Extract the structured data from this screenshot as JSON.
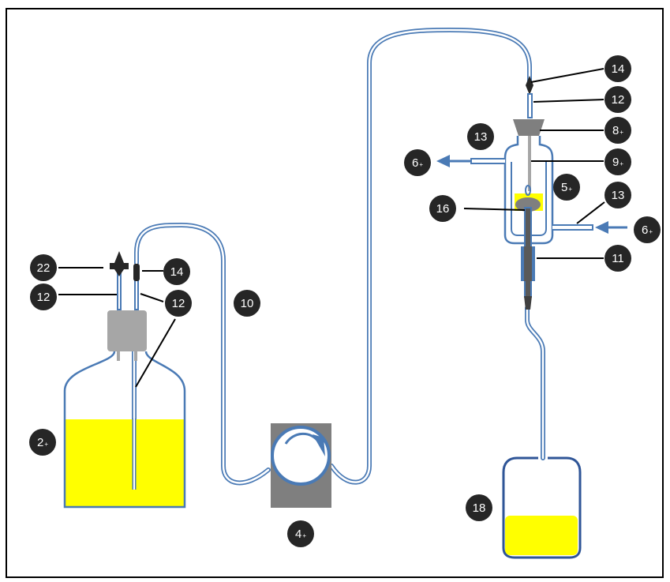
{
  "colors": {
    "frame": "#000000",
    "tube": "#4a7ab5",
    "tube_inner": "#ffffff",
    "liquid": "#ffff00",
    "pump_body": "#7f7f7f",
    "stopper": "#a6a6a6",
    "label_bg": "#262626",
    "label_text": "#ffffff",
    "dark_part": "#404040",
    "arrow": "#4a7ab5"
  },
  "labels": [
    {
      "id": "label-2",
      "text": "2",
      "suffix": "+"
    },
    {
      "id": "label-4",
      "text": "4",
      "suffix": "+"
    },
    {
      "id": "label-5",
      "text": "5",
      "suffix": "+"
    },
    {
      "id": "label-6-left",
      "text": "6",
      "suffix": "+"
    },
    {
      "id": "label-6-right",
      "text": "6",
      "suffix": "+"
    },
    {
      "id": "label-8",
      "text": "8",
      "suffix": "+"
    },
    {
      "id": "label-9",
      "text": "9",
      "suffix": "+"
    },
    {
      "id": "label-10",
      "text": "10",
      "suffix": ""
    },
    {
      "id": "label-11",
      "text": "11",
      "suffix": ""
    },
    {
      "id": "label-12-a",
      "text": "12",
      "suffix": ""
    },
    {
      "id": "label-12-b",
      "text": "12",
      "suffix": ""
    },
    {
      "id": "label-12-c",
      "text": "12",
      "suffix": ""
    },
    {
      "id": "label-13-top",
      "text": "13",
      "suffix": ""
    },
    {
      "id": "label-13-bottom",
      "text": "13",
      "suffix": ""
    },
    {
      "id": "label-14-a",
      "text": "14",
      "suffix": ""
    },
    {
      "id": "label-14-b",
      "text": "14",
      "suffix": ""
    },
    {
      "id": "label-16",
      "text": "16",
      "suffix": ""
    },
    {
      "id": "label-18",
      "text": "18",
      "suffix": ""
    },
    {
      "id": "label-22",
      "text": "22",
      "suffix": ""
    }
  ]
}
